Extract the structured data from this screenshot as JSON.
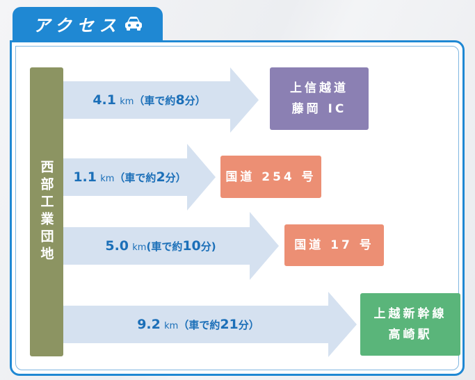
{
  "title": "アクセス",
  "origin": "西部工業団地",
  "routes": [
    {
      "distance": "4.1",
      "unit": "km",
      "pre": "（車で約",
      "minutes": "8",
      "post": "分）",
      "dest_line1": "上信越道",
      "dest_line2": "藤岡 IC",
      "dest_color": "#8b80b3"
    },
    {
      "distance": "1.1",
      "unit": "km",
      "pre": "（車で約",
      "minutes": "2",
      "post": "分）",
      "dest_line1": "国道 254 号",
      "dest_line2": "",
      "dest_color": "#ec8f74"
    },
    {
      "distance": "5.0",
      "unit": "km",
      "pre": "(車で約",
      "minutes": "10",
      "post": "分)",
      "dest_line1": "国道 17 号",
      "dest_line2": "",
      "dest_color": "#ec8f74"
    },
    {
      "distance": "9.2",
      "unit": "km",
      "pre": "（車で約",
      "minutes": "21",
      "post": "分）",
      "dest_line1": "上越新幹線",
      "dest_line2": "高崎駅",
      "dest_color": "#5ab57a"
    }
  ],
  "colors": {
    "tab": "#1f88d3",
    "pillar": "#8c9462",
    "arrow": "#d5e1f0",
    "label_text": "#1b6fb8"
  },
  "icons": {
    "title_icon": "car-icon"
  }
}
